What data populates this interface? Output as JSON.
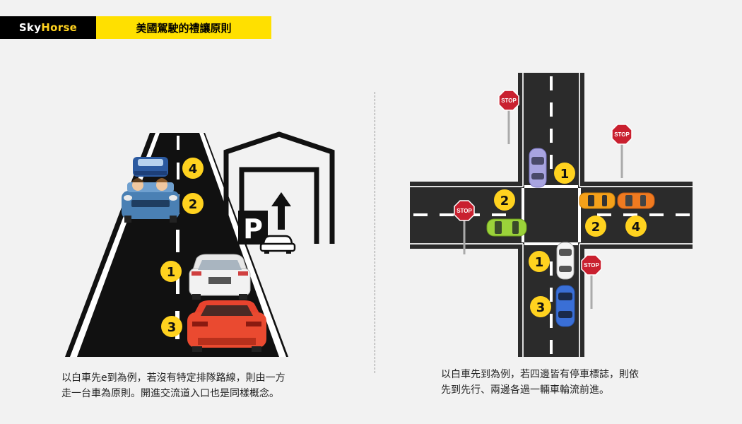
{
  "header": {
    "brand_part1": "Sky",
    "brand_part2": "Horse",
    "title": "美國駕駛的禮讓原則"
  },
  "left_panel": {
    "badges": [
      "4",
      "2",
      "1",
      "3"
    ],
    "parking_letter": "P",
    "caption_line1": "以白車先e到為例，若沒有特定排隊路線，則由一方",
    "caption_line2": "走一台車為原則。開進交流道入口也是同樣概念。"
  },
  "right_panel": {
    "badges": [
      "1",
      "2",
      "2",
      "4",
      "1",
      "3"
    ],
    "stop_sign_text": "STOP",
    "caption_line1": "以白車先到為例，若四邊皆有停車標誌，則依",
    "caption_line2": "先到先行、兩邊各過一輛車輪流前進。"
  },
  "colors": {
    "badge_yellow": "#ffd21f",
    "title_yellow": "#ffe000",
    "road": "#2b2b2b",
    "stop_red": "#c9202f"
  }
}
